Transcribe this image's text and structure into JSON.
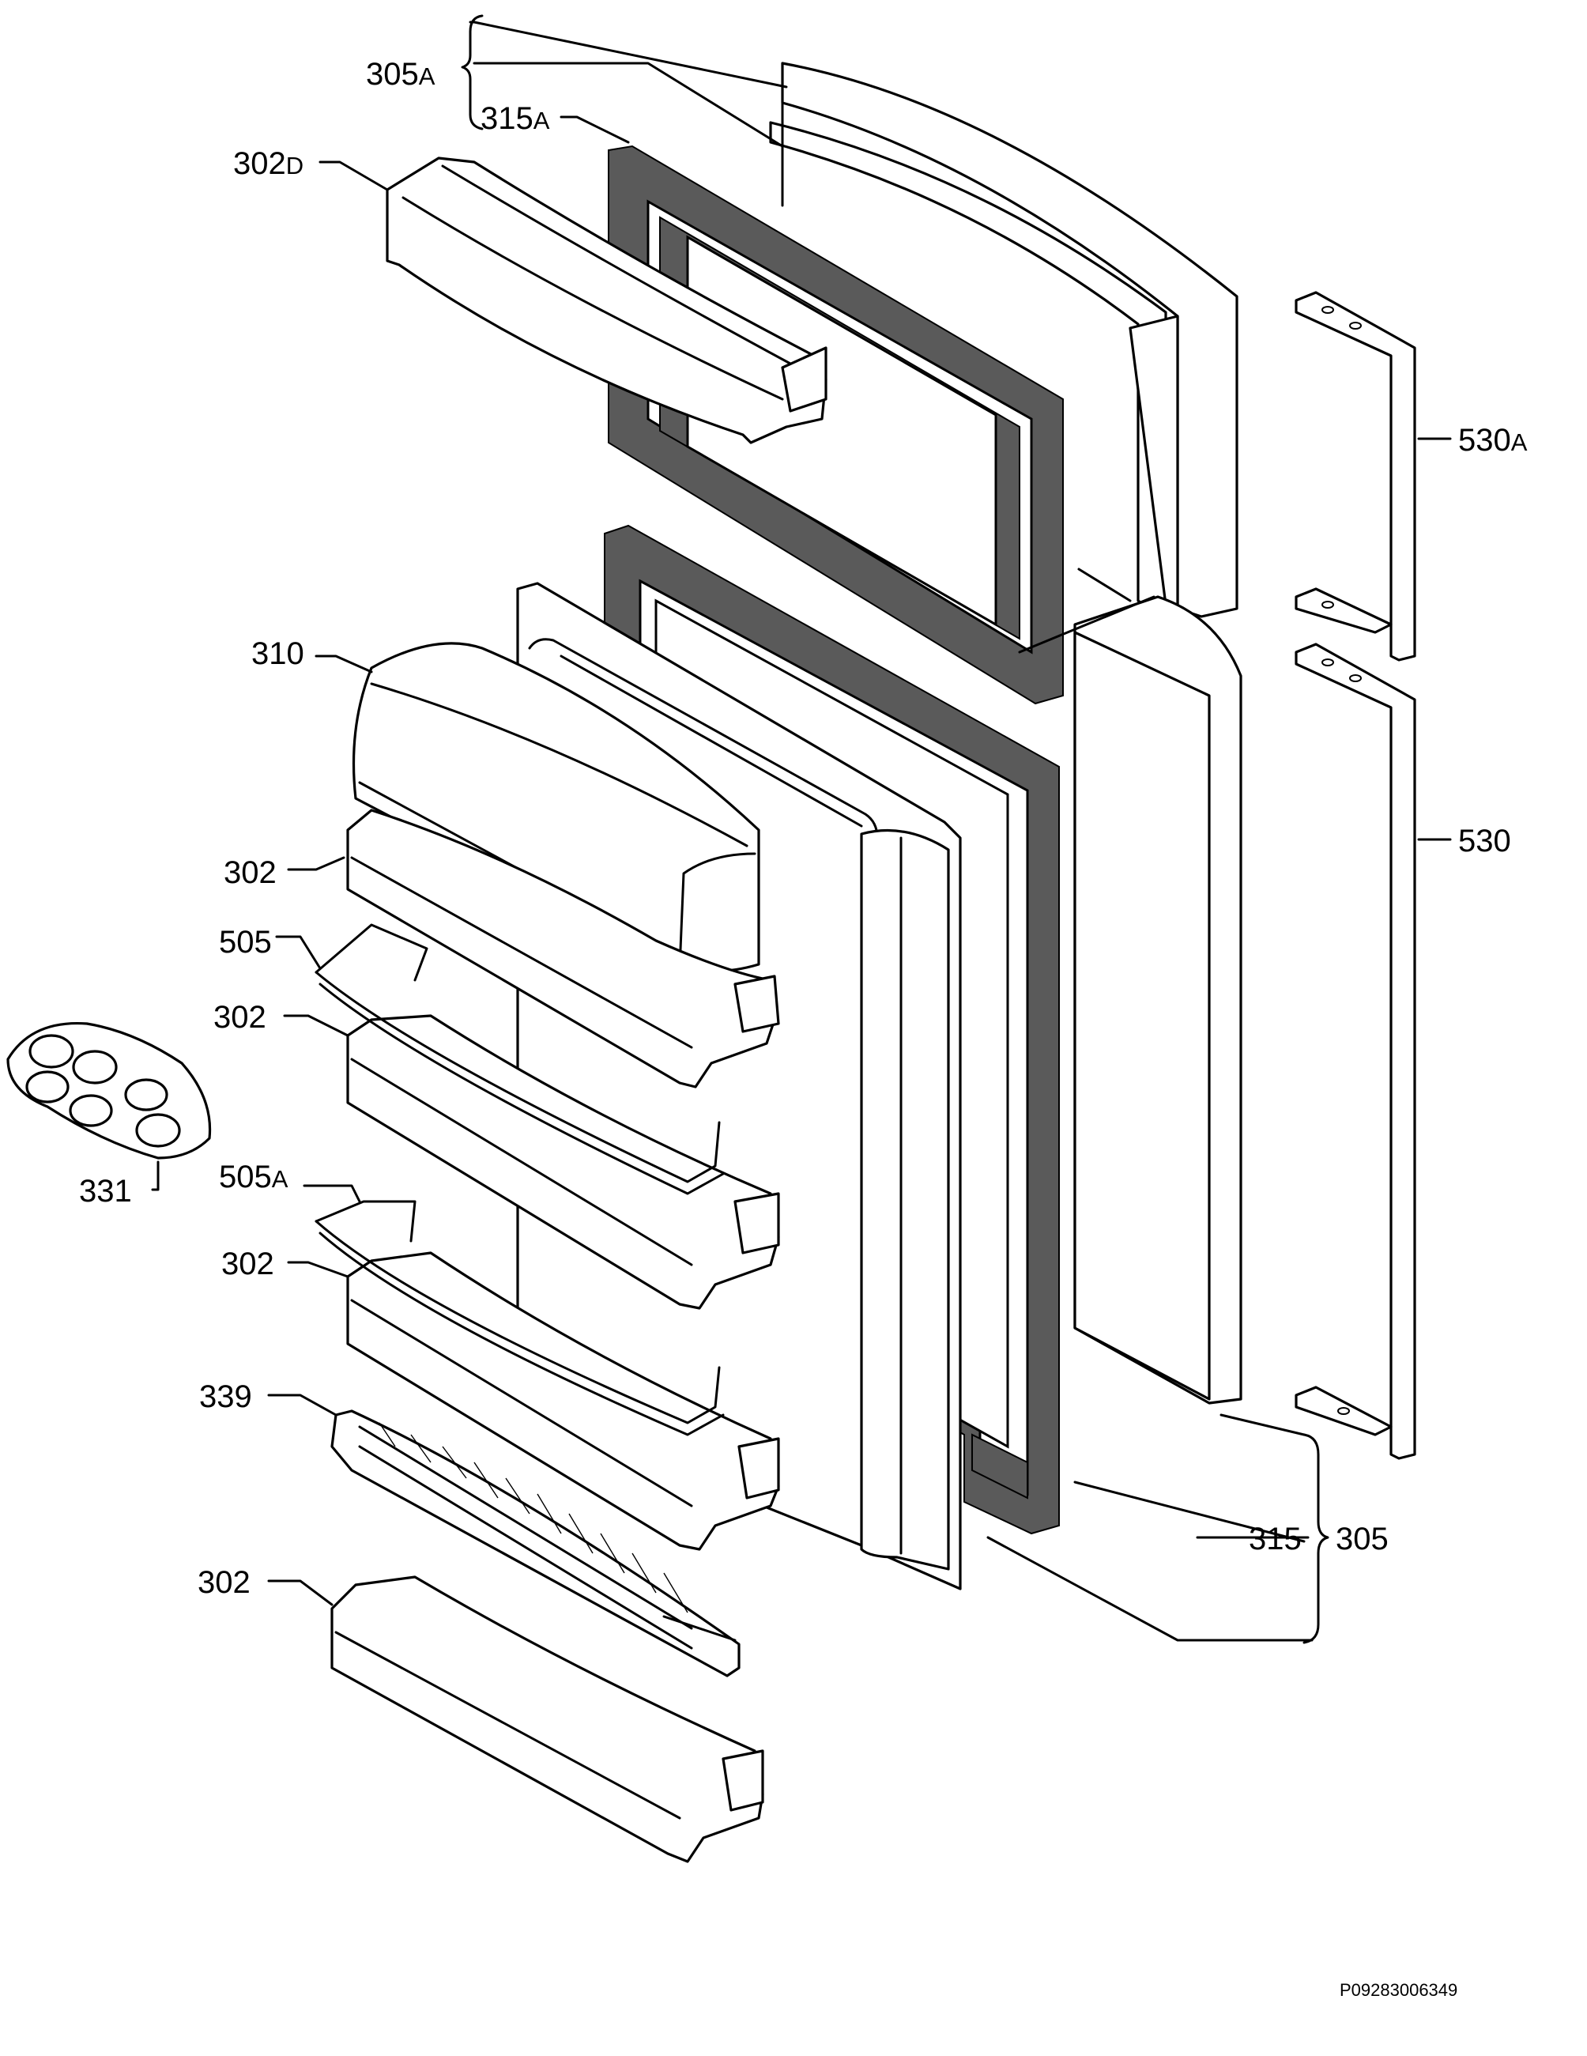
{
  "diagram": {
    "code": "P09283006349",
    "labels": {
      "l305a": {
        "num": "305",
        "suffix": "A"
      },
      "l315a": {
        "num": "315",
        "suffix": "A"
      },
      "l302d": {
        "num": "302",
        "suffix": "D"
      },
      "l530a": {
        "num": "530",
        "suffix": "A"
      },
      "l310": {
        "num": "310"
      },
      "l302_1": {
        "num": "302"
      },
      "l530": {
        "num": "530"
      },
      "l505": {
        "num": "505"
      },
      "l302_2": {
        "num": "302"
      },
      "l331": {
        "num": "331"
      },
      "l505a": {
        "num": "505",
        "suffix": "A"
      },
      "l302_3": {
        "num": "302"
      },
      "l339": {
        "num": "339"
      },
      "l315": {
        "num": "315"
      },
      "l305": {
        "num": "305"
      },
      "l302_4": {
        "num": "302"
      }
    }
  }
}
